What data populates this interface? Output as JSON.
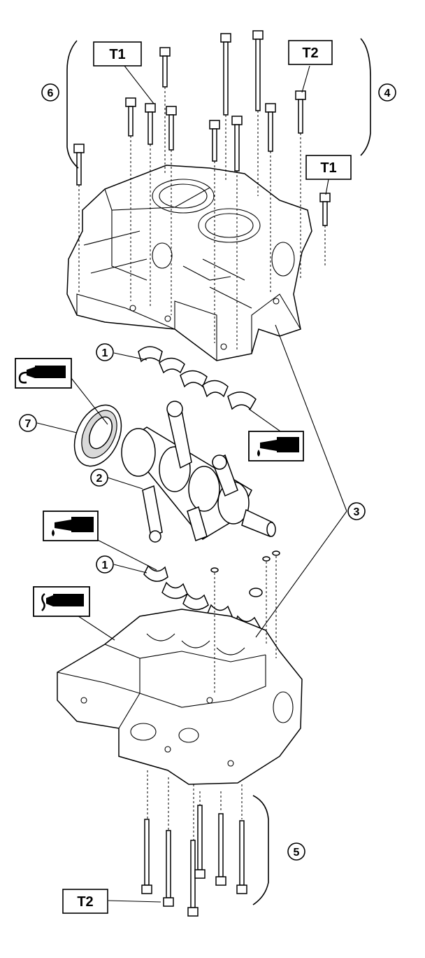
{
  "callouts": {
    "c1_top": "1",
    "c1_bottom": "1",
    "c2": "2",
    "c3": "3",
    "c4": "4",
    "c5": "5",
    "c6": "6",
    "c7": "7"
  },
  "torque_labels": {
    "t1_top": "T1",
    "t2_top": "T2",
    "t1_right": "T1",
    "t2_bottom": "T2"
  },
  "icons": {
    "sealant_tube_top": "sealant-tube-icon",
    "oil_can_right": "oil-can-icon",
    "oil_can_left": "oil-can-icon",
    "sealant_tube_bottom": "sealant-tube-icon"
  }
}
